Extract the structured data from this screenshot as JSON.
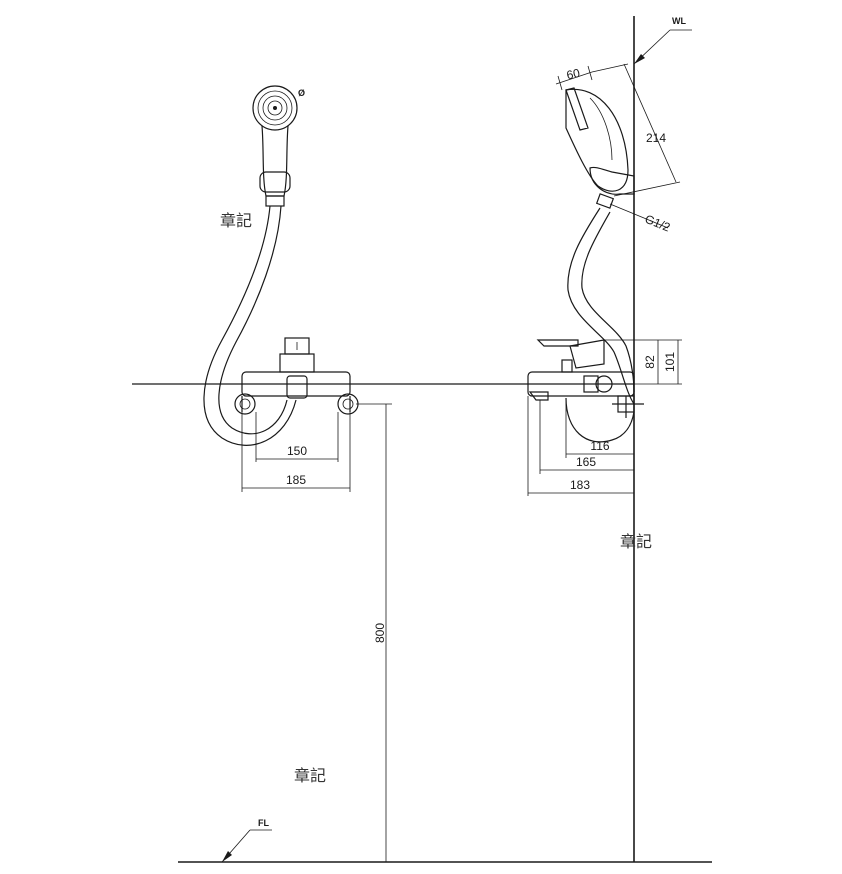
{
  "labels": {
    "wall_line": "WL",
    "floor_line": "FL",
    "note_1": "章記",
    "note_2": "章記",
    "note_3": "章記"
  },
  "dimensions": {
    "front_inner_width": "150",
    "front_outer_width": "185",
    "height_from_floor": "800",
    "showerhead_diameter": "60",
    "showerhead_length": "214",
    "connection_thread": "G1/2",
    "body_height_upper": "82",
    "body_height_total": "101",
    "side_depth_1": "116",
    "side_depth_2": "165",
    "side_depth_3": "183",
    "showerhead_front_mark": "Ø"
  }
}
